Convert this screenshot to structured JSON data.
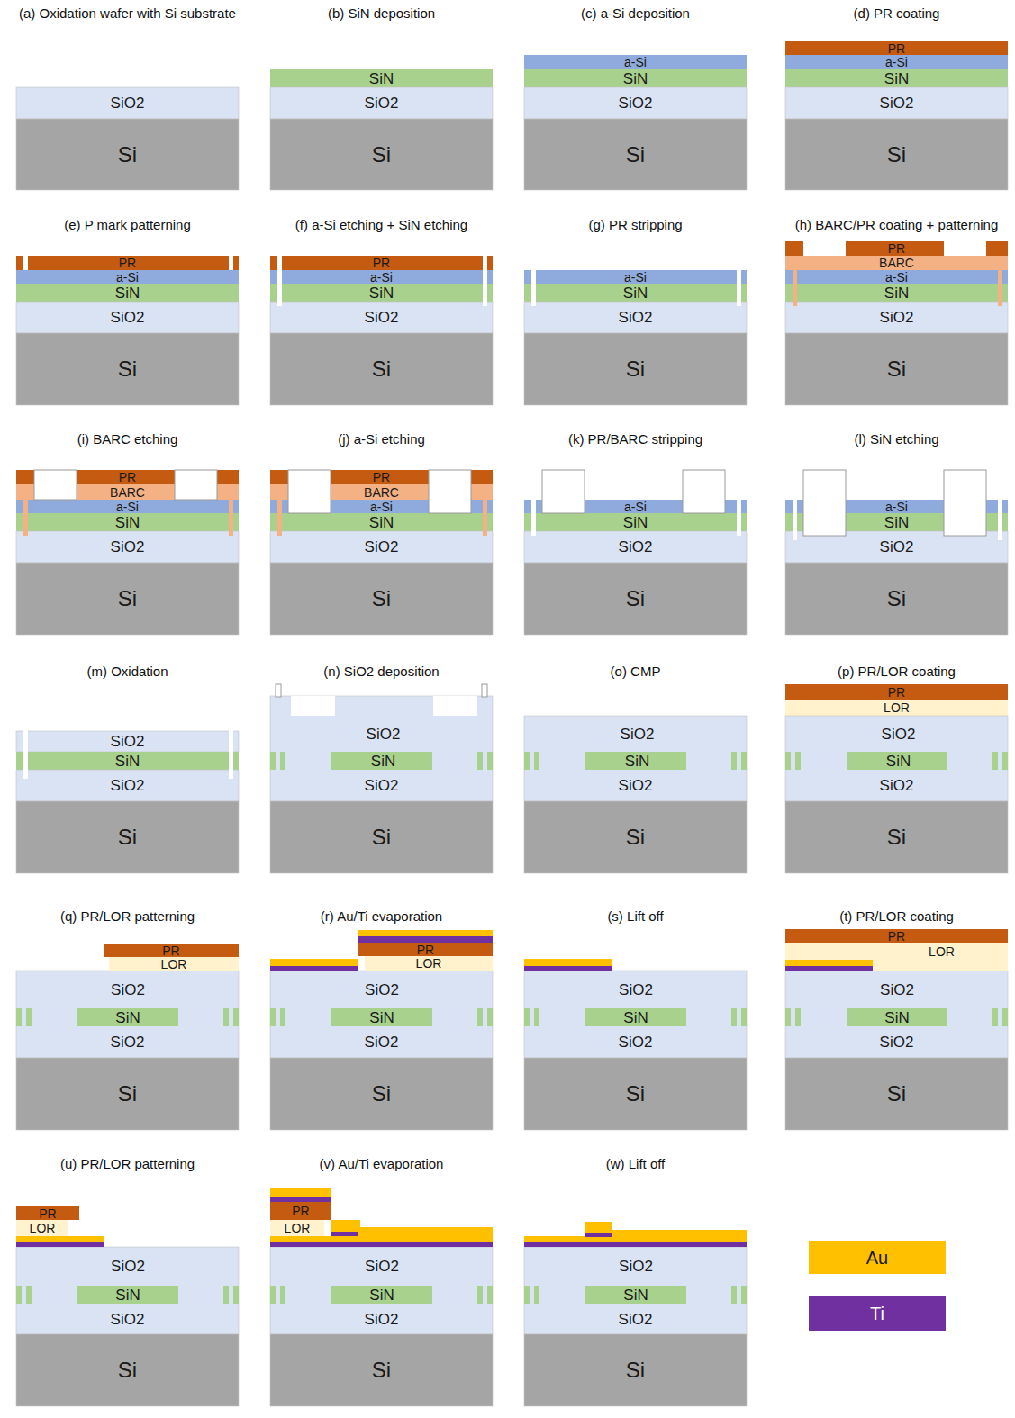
{
  "diagram": {
    "nodes": [
      {
        "text": [
          "SiO2"
        ]
      },
      {
        "text": [
          "Si"
        ]
      },
      {
        "text": [
          "SiN"
        ]
      },
      {
        "text": [
          "SiO2"
        ]
      },
      {
        "text": [
          "Si"
        ]
      },
      {
        "text": [
          "a-Si"
        ]
      },
      {
        "text": [
          "SiN"
        ]
      },
      {
        "text": [
          "SiO2"
        ]
      },
      {
        "text": [
          "Si"
        ]
      },
      {
        "text": [
          "PR"
        ]
      },
      {
        "text": [
          "a-Si"
        ]
      },
      {
        "text": [
          "SiN"
        ]
      },
      {
        "text": [
          "SiO2"
        ]
      },
      {
        "text": [
          "Si"
        ]
      },
      {
        "text": [
          "PR"
        ]
      },
      {
        "text": [
          "a-Si"
        ]
      },
      {
        "text": [
          "SiN"
        ]
      },
      {
        "text": [
          "SiO2"
        ]
      },
      {
        "text": [
          "Si"
        ]
      },
      {
        "text": [
          "PR"
        ]
      },
      {
        "text": [
          "a-Si"
        ]
      },
      {
        "text": [
          "SiN"
        ]
      },
      {
        "text": [
          "SiO2"
        ]
      },
      {
        "text": [
          "Si"
        ]
      },
      {
        "text": [
          "a-Si"
        ]
      },
      {
        "text": [
          "SiN"
        ]
      },
      {
        "text": [
          "SiO2"
        ]
      },
      {
        "text": [
          "Si"
        ]
      },
      {
        "text": [
          "PR"
        ]
      },
      {
        "text": [
          "BARC"
        ]
      },
      {
        "text": [
          "a-Si"
        ]
      },
      {
        "text": [
          "SiN"
        ]
      },
      {
        "text": [
          "SiO2"
        ]
      },
      {
        "text": [
          "Si"
        ]
      },
      {
        "text": [
          "PR"
        ]
      },
      {
        "text": [
          "BARC"
        ]
      },
      {
        "text": [
          "a-Si"
        ]
      },
      {
        "text": [
          "SiN"
        ]
      },
      {
        "text": [
          "SiO2"
        ]
      },
      {
        "text": [
          "Si"
        ]
      },
      {
        "text": [
          "PR"
        ]
      },
      {
        "text": [
          "BARC"
        ]
      },
      {
        "text": [
          "a-Si"
        ]
      },
      {
        "text": [
          "SiN"
        ]
      },
      {
        "text": [
          "SiO2"
        ]
      },
      {
        "text": [
          "Si"
        ]
      },
      {
        "text": [
          "a-Si"
        ]
      },
      {
        "text": [
          "SiN"
        ]
      },
      {
        "text": [
          "SiO2"
        ]
      },
      {
        "text": [
          "Si"
        ]
      },
      {
        "text": [
          "a-Si"
        ]
      },
      {
        "text": [
          "SiN"
        ]
      },
      {
        "text": [
          "SiO2"
        ]
      },
      {
        "text": [
          "Si"
        ]
      },
      {
        "text": [
          "SiO2"
        ]
      },
      {
        "text": [
          "SiN"
        ]
      },
      {
        "text": [
          "SiO2"
        ]
      },
      {
        "text": [
          "Si"
        ]
      },
      {
        "text": [
          "SiO2"
        ]
      },
      {
        "text": [
          "SiN"
        ]
      },
      {
        "text": [
          "SiO2"
        ]
      },
      {
        "text": [
          "Si"
        ]
      },
      {
        "text": [
          "SiO2"
        ]
      },
      {
        "text": [
          "SiN"
        ]
      },
      {
        "text": [
          "SiO2"
        ]
      },
      {
        "text": [
          "Si"
        ]
      },
      {
        "text": [
          "PR"
        ]
      },
      {
        "text": [
          "LOR"
        ]
      },
      {
        "text": [
          "SiO2"
        ]
      },
      {
        "text": [
          "SiN"
        ]
      },
      {
        "text": [
          "SiO2"
        ]
      },
      {
        "text": [
          "Si"
        ]
      },
      {
        "text": [
          "PR"
        ]
      },
      {
        "text": [
          "LOR"
        ]
      },
      {
        "text": [
          "SiO2"
        ]
      },
      {
        "text": [
          "SiN"
        ]
      },
      {
        "text": [
          "SiO2"
        ]
      },
      {
        "text": [
          "Si"
        ]
      },
      {
        "text": [
          "PR"
        ]
      },
      {
        "text": [
          "LOR"
        ]
      },
      {
        "text": [
          "SiO2"
        ]
      },
      {
        "text": [
          "SiN"
        ]
      },
      {
        "text": [
          "SiO2"
        ]
      },
      {
        "text": [
          "Si"
        ]
      },
      {
        "text": [
          "SiO2"
        ]
      },
      {
        "text": [
          "SiN"
        ]
      },
      {
        "text": [
          "SiO2"
        ]
      },
      {
        "text": [
          "Si"
        ]
      },
      {
        "text": [
          "PR"
        ]
      },
      {
        "text": [
          "LOR"
        ]
      },
      {
        "text": [
          "SiO2"
        ]
      },
      {
        "text": [
          "SiN"
        ]
      },
      {
        "text": [
          "SiO2"
        ]
      },
      {
        "text": [
          "Si"
        ]
      },
      {
        "text": [
          "PR"
        ]
      },
      {
        "text": [
          "LOR"
        ]
      },
      {
        "text": [
          "SiO2"
        ]
      },
      {
        "text": [
          "SiN"
        ]
      },
      {
        "text": [
          "SiO2"
        ]
      },
      {
        "text": [
          "Si"
        ]
      },
      {
        "text": [
          "PR"
        ]
      },
      {
        "text": [
          "LOR"
        ]
      },
      {
        "text": [
          "SiO2"
        ]
      },
      {
        "text": [
          "SiN"
        ]
      },
      {
        "text": [
          "SiO2"
        ]
      },
      {
        "text": [
          "Si"
        ]
      },
      {
        "text": [
          "SiO2"
        ]
      },
      {
        "text": [
          "SiN"
        ]
      },
      {
        "text": [
          "SiO2"
        ]
      },
      {
        "text": [
          "Si"
        ]
      }
    ],
    "labels": [
      "(a) Oxidation wafer with Si substrate",
      "(b) SiN deposition",
      "(c) a-Si deposition",
      "(d) PR coating",
      "(e) P mark patterning",
      "(f) a-Si etching + SiN etching",
      "(g) PR stripping",
      "(h) BARC/PR coating + patterning",
      "(i) BARC etching",
      "(j) a-Si etching",
      "(k) PR/BARC stripping",
      "(l) SiN etching",
      "(m) Oxidation",
      "(n) SiO2 deposition",
      "(o) CMP",
      "(p) PR/LOR coating",
      "(q) PR/LOR patterning",
      "(r) Au/Ti evaporation",
      "(s) Lift off",
      "(t) PR/LOR coating",
      "(u) PR/LOR patterning",
      "(v) Au/Ti evaporation",
      "(w) Lift off"
    ],
    "legend": [
      {
        "text": "Au",
        "color": "#ffc000"
      },
      {
        "text": "Ti",
        "color": "#7030a0"
      }
    ]
  }
}
